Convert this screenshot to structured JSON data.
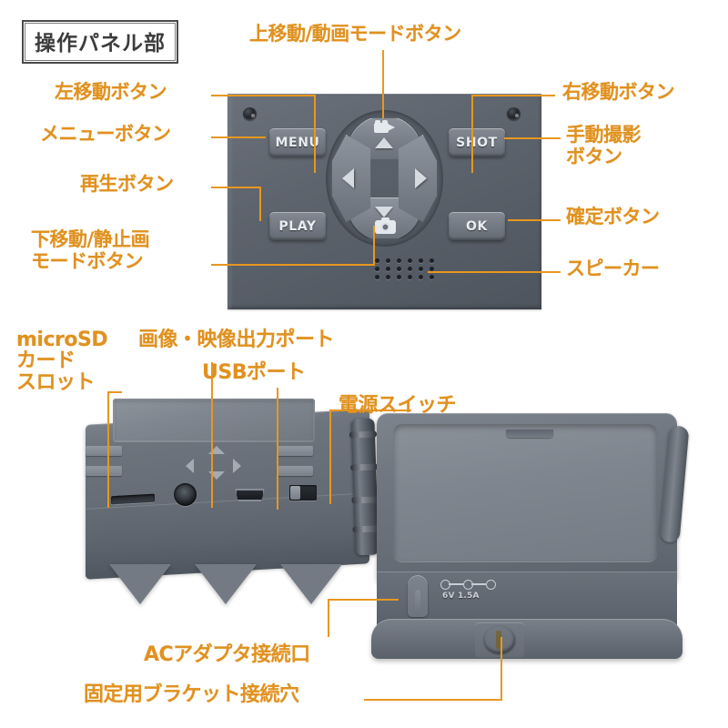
{
  "section_title": "操作パネル部",
  "control_panel": {
    "buttons": [
      {
        "id": "menu",
        "label": "MENU"
      },
      {
        "id": "play",
        "label": "PLAY"
      },
      {
        "id": "shot",
        "label": "SHOT"
      },
      {
        "id": "ok",
        "label": "OK"
      }
    ],
    "dpad": {
      "up_icon": "video-camera-icon",
      "down_icon": "still-camera-icon",
      "left_icon": "arrow-left-icon",
      "right_icon": "arrow-right-icon"
    },
    "speaker": {
      "icon": "speaker-grille-icon",
      "rows": 3,
      "cols": 6
    }
  },
  "panel_labels": {
    "up_mode": "上移動/動画モードボタン",
    "left_move": "左移動ボタン",
    "menu": "メニューボタン",
    "play": "再生ボタン",
    "down_mode": "下移動/静止画\nモードボタン",
    "right_move": "右移動ボタン",
    "shot": "手動撮影\nボタン",
    "ok": "確定ボタン",
    "speaker": "スピーカー"
  },
  "device_labels": {
    "microsd": "microSD\nカード\nスロット",
    "av_out": "画像・映像出力ポート",
    "usb": "USBポート",
    "power_switch": "電源スイッチ",
    "ac_adapter": "ACアダプタ接続口",
    "bracket_hole": "固定用ブラケット接続穴"
  },
  "device_markings": {
    "dc_rating": "6V 1.5A",
    "polarity_icon": "dc-polarity-icon"
  },
  "colors": {
    "label_orange": "#e0911f",
    "leader_orange": "#e8971f",
    "title_text": "#3c3c3c",
    "body_gray": "#6a717a",
    "screw_brass": "#d8aa2a"
  }
}
